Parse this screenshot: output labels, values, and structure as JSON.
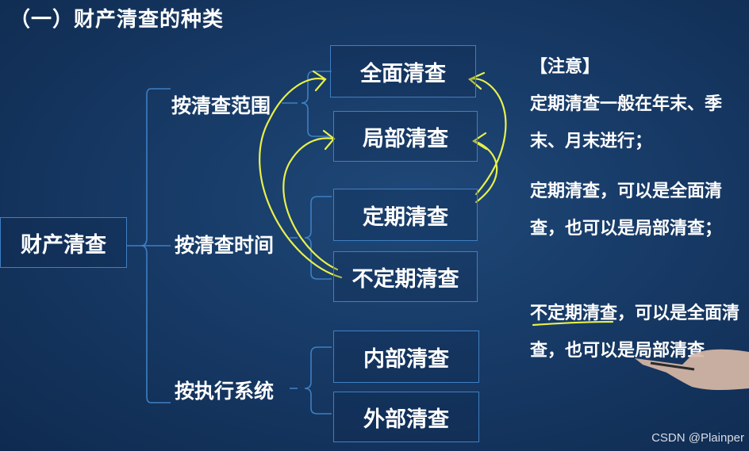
{
  "title": "（一）财产清查的种类",
  "root": "财产清查",
  "categories": [
    {
      "label": "按清查范围",
      "items": [
        "全面清查",
        "局部清查"
      ]
    },
    {
      "label": "按清查时间",
      "items": [
        "定期清查",
        "不定期清查"
      ]
    },
    {
      "label": "按执行系统",
      "items": [
        "内部清查",
        "外部清查"
      ]
    }
  ],
  "note": {
    "heading": "【注意】",
    "paragraphs": [
      "定期清查一般在年末、季末、月末进行；",
      "定期清查，可以是全面清查，也可以是局部清查；",
      "不定期清查，可以是全面清查，也可以是局部清查"
    ],
    "visible_p3": "不定期清查，可以是全面清查，也可以是局部清查"
  },
  "annotation_color": "#e8f04a",
  "watermark": "CSDN @Plainper"
}
